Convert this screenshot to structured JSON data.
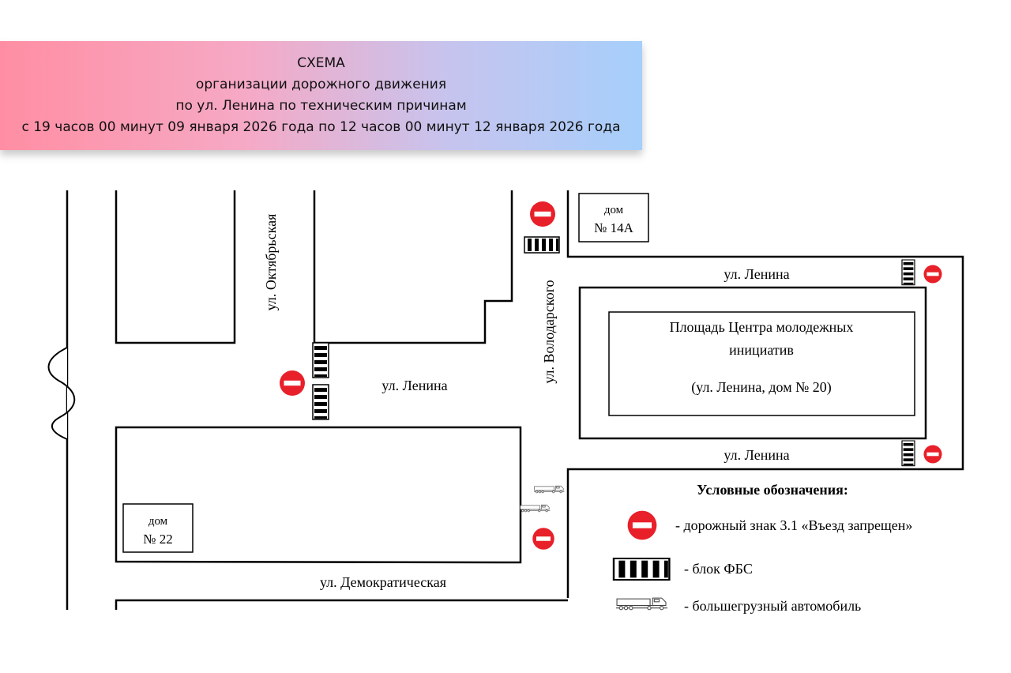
{
  "header": {
    "line1": "СХЕМА",
    "line2": "организации дорожного движения",
    "line3": "по ул. Ленина по техническим причинам",
    "line4": "с 19 часов 00 минут 09 января 2026 года по 12 часов 00 минут 12 января 2026 года"
  },
  "streets": {
    "oktyabrskaya": "ул. Октябрьская",
    "volodarskogo": "ул. Володарского",
    "lenina": "ул. Ленина",
    "demokraticheskaya": "ул. Демократическая"
  },
  "buildings": {
    "house_14a": {
      "line1": "дом",
      "line2": "№ 14А"
    },
    "house_22": {
      "line1": "дом",
      "line2": "№ 22"
    },
    "square": {
      "line1": "Площадь Центра молодежных",
      "line2": "инициатив",
      "line3": "(ул. Ленина, дом № 20)"
    }
  },
  "legend": {
    "title": "Условные обозначения:",
    "no_entry": "- дорожный знак 3.1 «Въезд запрещен»",
    "fbs_block": "- блок ФБС",
    "truck": "- большегрузный автомобиль"
  },
  "colors": {
    "sign_red": "#e8202a",
    "road_line": "#000000"
  }
}
